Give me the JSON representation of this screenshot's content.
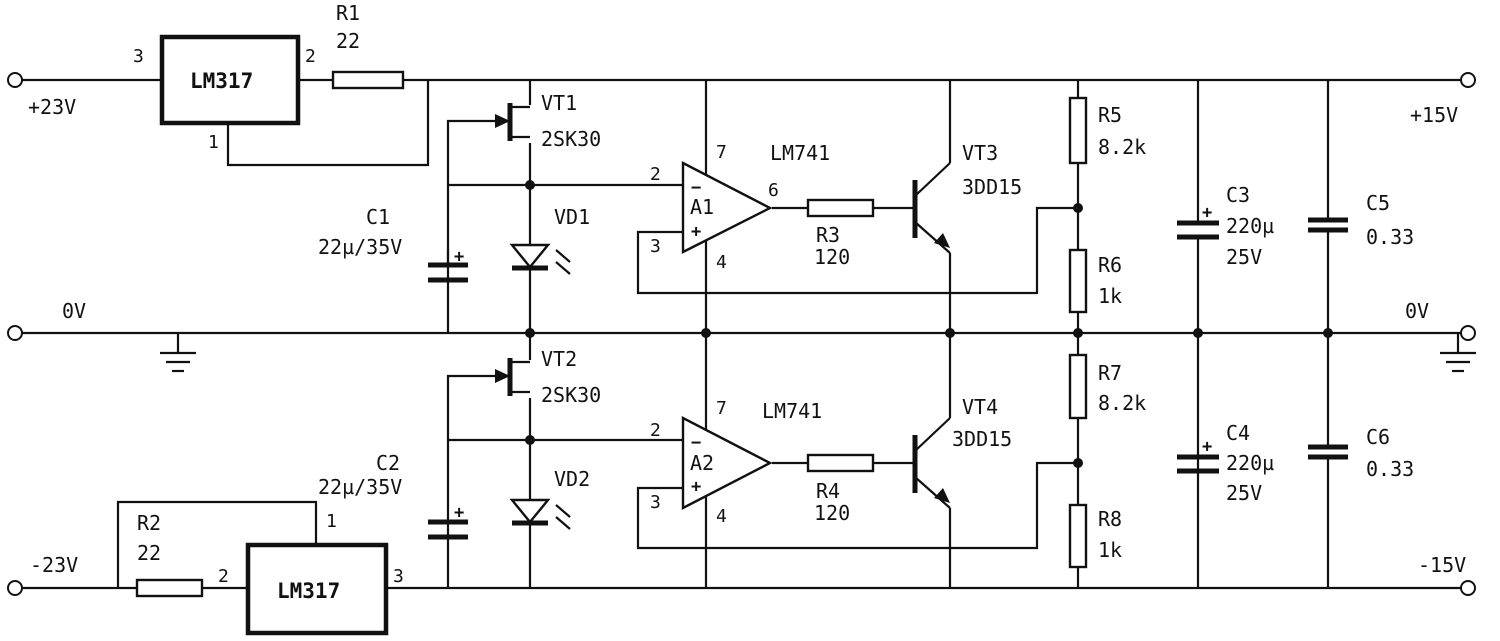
{
  "rails": {
    "in_pos": "+23V",
    "in_gnd": "0V",
    "in_neg": "-23V",
    "out_pos": "+15V",
    "out_gnd": "0V",
    "out_neg": "-15V"
  },
  "regulators": {
    "upper": {
      "label": "LM317",
      "pin_in": "3",
      "pin_out": "2",
      "pin_adj": "1"
    },
    "lower": {
      "label": "LM317",
      "pin_in": "3",
      "pin_out": "2",
      "pin_adj": "1"
    }
  },
  "resistors": {
    "r1": {
      "name": "R1",
      "value": "22"
    },
    "r2": {
      "name": "R2",
      "value": "22"
    },
    "r3": {
      "name": "R3",
      "value": "120"
    },
    "r4": {
      "name": "R4",
      "value": "120"
    },
    "r5": {
      "name": "R5",
      "value": "8.2k"
    },
    "r6": {
      "name": "R6",
      "value": "1k"
    },
    "r7": {
      "name": "R7",
      "value": "8.2k"
    },
    "r8": {
      "name": "R8",
      "value": "1k"
    }
  },
  "capacitors": {
    "c1": {
      "name": "C1",
      "value": "22µ/35V"
    },
    "c2": {
      "name": "C2",
      "value": "22µ/35V"
    },
    "c3": {
      "name": "C3",
      "value": "220µ",
      "voltage": "25V"
    },
    "c4": {
      "name": "C4",
      "value": "220µ",
      "voltage": "25V"
    },
    "c5": {
      "name": "C5",
      "value": "0.33"
    },
    "c6": {
      "name": "C6",
      "value": "0.33"
    }
  },
  "fets": {
    "vt1": {
      "name": "VT1",
      "part": "2SK30"
    },
    "vt2": {
      "name": "VT2",
      "part": "2SK30"
    }
  },
  "bjts": {
    "vt3": {
      "name": "VT3",
      "part": "3DD15"
    },
    "vt4": {
      "name": "VT4",
      "part": "3DD15"
    }
  },
  "leds": {
    "vd1": {
      "name": "VD1"
    },
    "vd2": {
      "name": "VD2"
    }
  },
  "opamps": {
    "a1": {
      "name": "A1",
      "part": "LM741",
      "pin_inv": "2",
      "pin_noninv": "3",
      "pin_vcc": "7",
      "pin_vee": "4",
      "pin_out": "6",
      "minus": "−",
      "plus": "+"
    },
    "a2": {
      "name": "A2",
      "part": "LM741",
      "pin_inv": "2",
      "pin_noninv": "3",
      "pin_vcc": "7",
      "pin_vee": "4",
      "minus": "−",
      "plus": "+"
    }
  },
  "cap_polarity": "+"
}
